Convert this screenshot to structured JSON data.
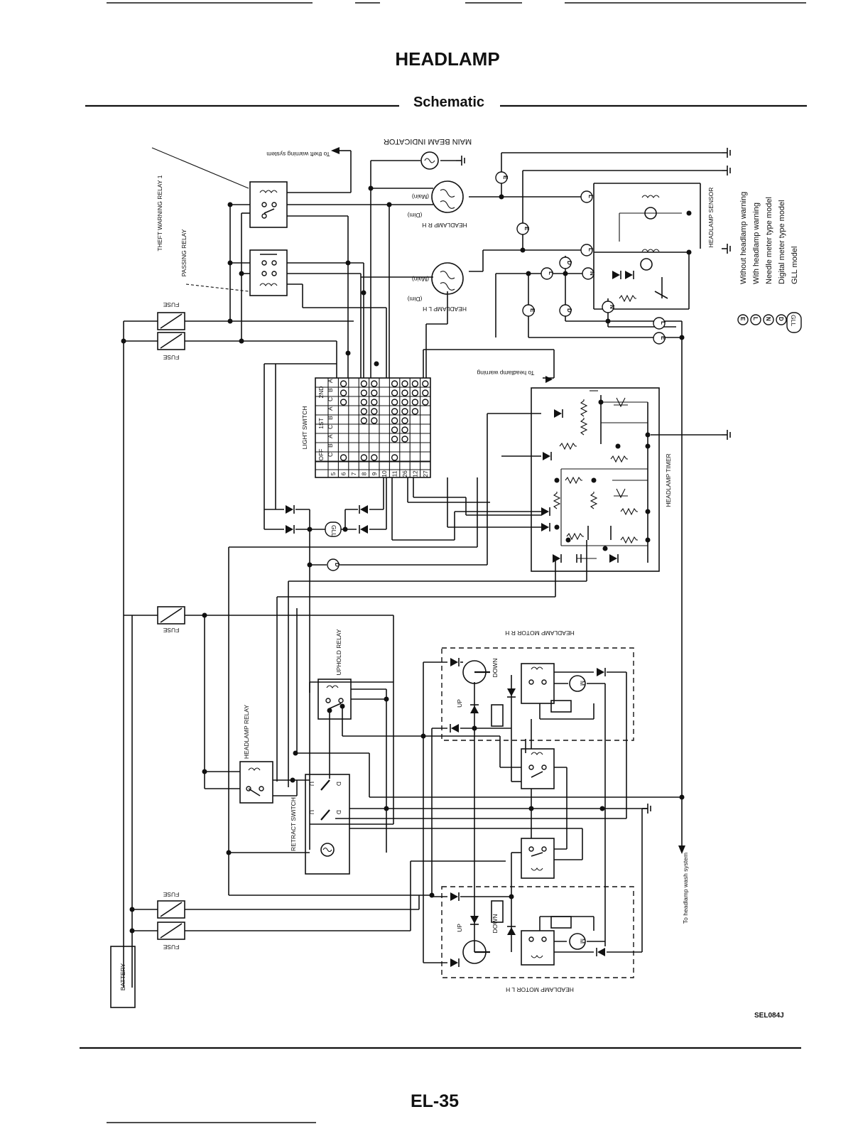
{
  "page": {
    "title": "HEADLAMP",
    "section": "Schematic",
    "figure_code": "SEL084J",
    "page_number": "EL-35"
  },
  "labels": {
    "theft_warning_relay": "THEFT WARNING RELAY 1",
    "passing_relay": "PASSING RELAY",
    "to_theft_warning": "To theft warning system",
    "main_beam_indicator": "MAIN BEAM INDICATOR",
    "headlamp_rh": "HEADLAMP R H",
    "headlamp_lh": "HEADLAMP L H",
    "main": "(Main)",
    "dim": "(Dim)",
    "headlamp_sensor": "HEADLAMP SENSOR",
    "to_headlamp_warning": "To headlamp warning",
    "light_switch": "LIGHT SWITCH",
    "headlamp_timer": "HEADLAMP TIMER",
    "fuse": "FUSE",
    "headlamp_motor_rh": "HEADLAMP MOTOR R H",
    "headlamp_motor_lh": "HEADLAMP MOTOR L H",
    "uphold_relay": "UPHOLD RELAY",
    "headlamp_relay": "HEADLAMP RELAY",
    "retract_switch": "RETRACT SWITCH",
    "to_headlamp_wash": "To headlamp wash system",
    "battery": "BATTERY",
    "up": "UP",
    "down": "DOWN",
    "u": "U",
    "d": "D",
    "motor": "M",
    "gll": "GLL"
  },
  "light_switch": {
    "positions": [
      "OFF",
      "1ST",
      "2ND"
    ],
    "contacts": [
      "A",
      "B",
      "C"
    ],
    "terminals": [
      "5",
      "6",
      "7",
      "8",
      "9",
      "10",
      "11",
      "26",
      "12",
      "27"
    ]
  },
  "legend": [
    {
      "code": "E",
      "text": "Without headlamp warning"
    },
    {
      "code": "L",
      "text": "With headlamp warning"
    },
    {
      "code": "N",
      "text": "Needle meter type model"
    },
    {
      "code": "D",
      "text": "Digital meter type model"
    },
    {
      "code": "GLL",
      "text": "GLL model"
    }
  ]
}
